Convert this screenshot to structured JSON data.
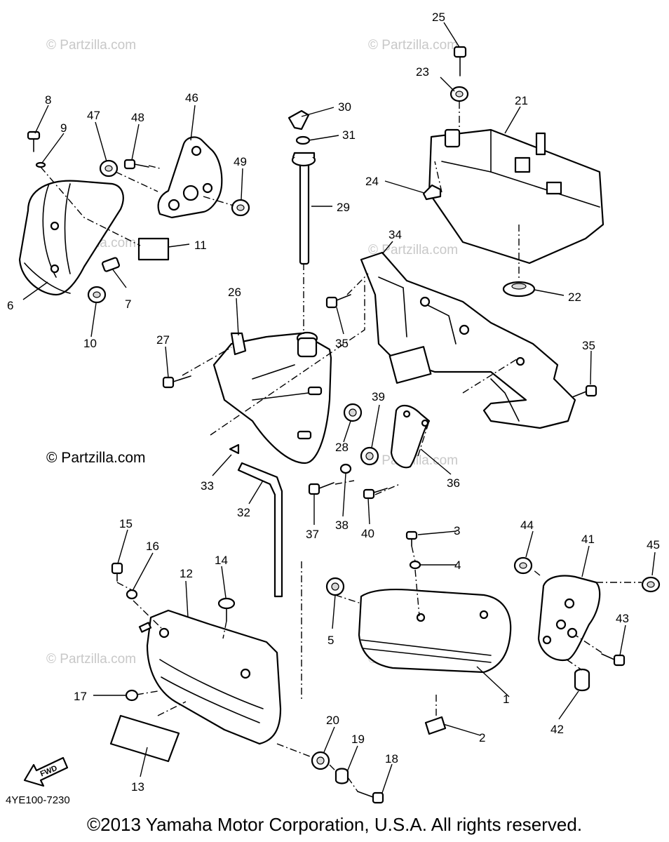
{
  "callouts": [
    "1",
    "2",
    "3",
    "4",
    "5",
    "6",
    "7",
    "8",
    "9",
    "10",
    "11",
    "12",
    "13",
    "14",
    "15",
    "16",
    "17",
    "18",
    "19",
    "20",
    "21",
    "22",
    "23",
    "24",
    "25",
    "26",
    "27",
    "28",
    "29",
    "30",
    "31",
    "32",
    "33",
    "34",
    "35",
    "35",
    "36",
    "37",
    "38",
    "39",
    "40",
    "41",
    "42",
    "43",
    "44",
    "45",
    "46",
    "47",
    "48",
    "49"
  ],
  "watermark": "© Partzilla.com",
  "side_watermark": "© Partzilla.com",
  "diagram_code": "4YE100-7230",
  "fwd_label": "FWD",
  "copyright": "©2013 Yamaha Motor Corporation, U.S.A. All rights reserved."
}
